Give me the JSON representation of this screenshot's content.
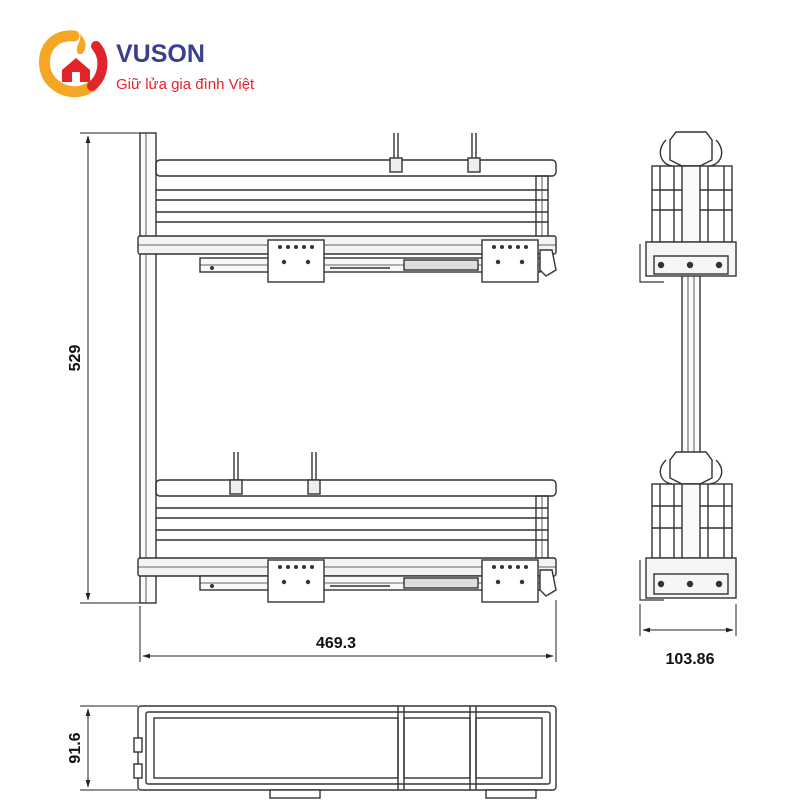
{
  "brand": {
    "name": "VUSON",
    "tagline": "Giữ lửa gia đình Việt",
    "colors": {
      "primary": "#3a3f8f",
      "accent": "#e2252b",
      "logo_orange": "#f5a623"
    }
  },
  "dimensions": {
    "height": "529",
    "width": "469.3",
    "depth": "103.86",
    "base_height": "91.6"
  },
  "views": [
    "front-view",
    "side-view",
    "top-view"
  ]
}
